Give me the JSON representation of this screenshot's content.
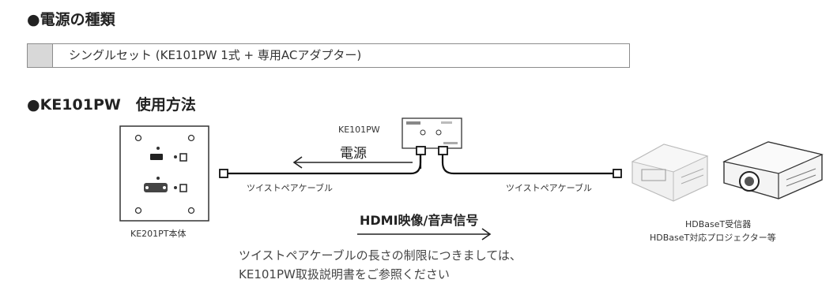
{
  "power_section": {
    "heading": "●電源の種類",
    "option_text": "シングルセット (KE101PW 1式 + 専用ACアダプター)"
  },
  "usage_section": {
    "heading": "●KE101PW　使用方法"
  },
  "diagram": {
    "wall_plate_label": "KE201PT本体",
    "transmitter_label": "KE101PW",
    "power_label": "電源",
    "left_cable_label": "ツイストペアケーブル",
    "right_cable_label": "ツイストペアケーブル",
    "signal_label": "HDMI映像/音声信号",
    "receiver_label": "HDBaseT受信器",
    "projector_label": "HDBaseT対応プロジェクター等"
  },
  "note": {
    "line1": "ツイストペアケーブルの長さの制限につきましては、",
    "line2": "KE101PW取扱説明書をご参照ください"
  }
}
